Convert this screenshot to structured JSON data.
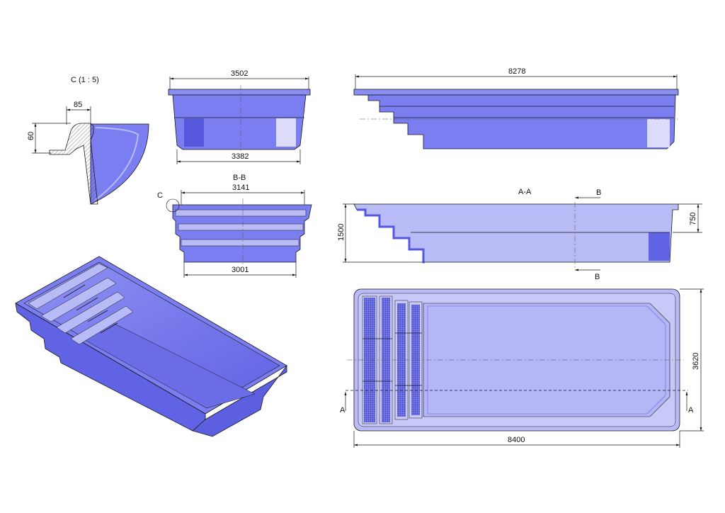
{
  "detail": {
    "label": "C (1 : 5)",
    "dim_width": "85",
    "dim_height": "60"
  },
  "front_view": {
    "dim_top": "3502",
    "dim_bottom": "3382"
  },
  "section_bb": {
    "label": "B-B",
    "dim_top": "3141",
    "dim_bottom": "3001",
    "detail_marker": "C"
  },
  "side_view": {
    "dim_length": "8278"
  },
  "section_aa": {
    "label": "A-A",
    "dim_depth": "1500",
    "dim_shallow": "750",
    "cut_marker_top": "B",
    "cut_marker_bottom": "B"
  },
  "plan_view": {
    "dim_length": "8400",
    "dim_width": "3620",
    "cut_marker_left": "A",
    "cut_marker_right": "A"
  },
  "colors": {
    "fill_main": "#7b7ef0",
    "fill_light": "#b9bbf6",
    "fill_pale": "#dcdcfa",
    "outline": "#1a1a1a"
  }
}
